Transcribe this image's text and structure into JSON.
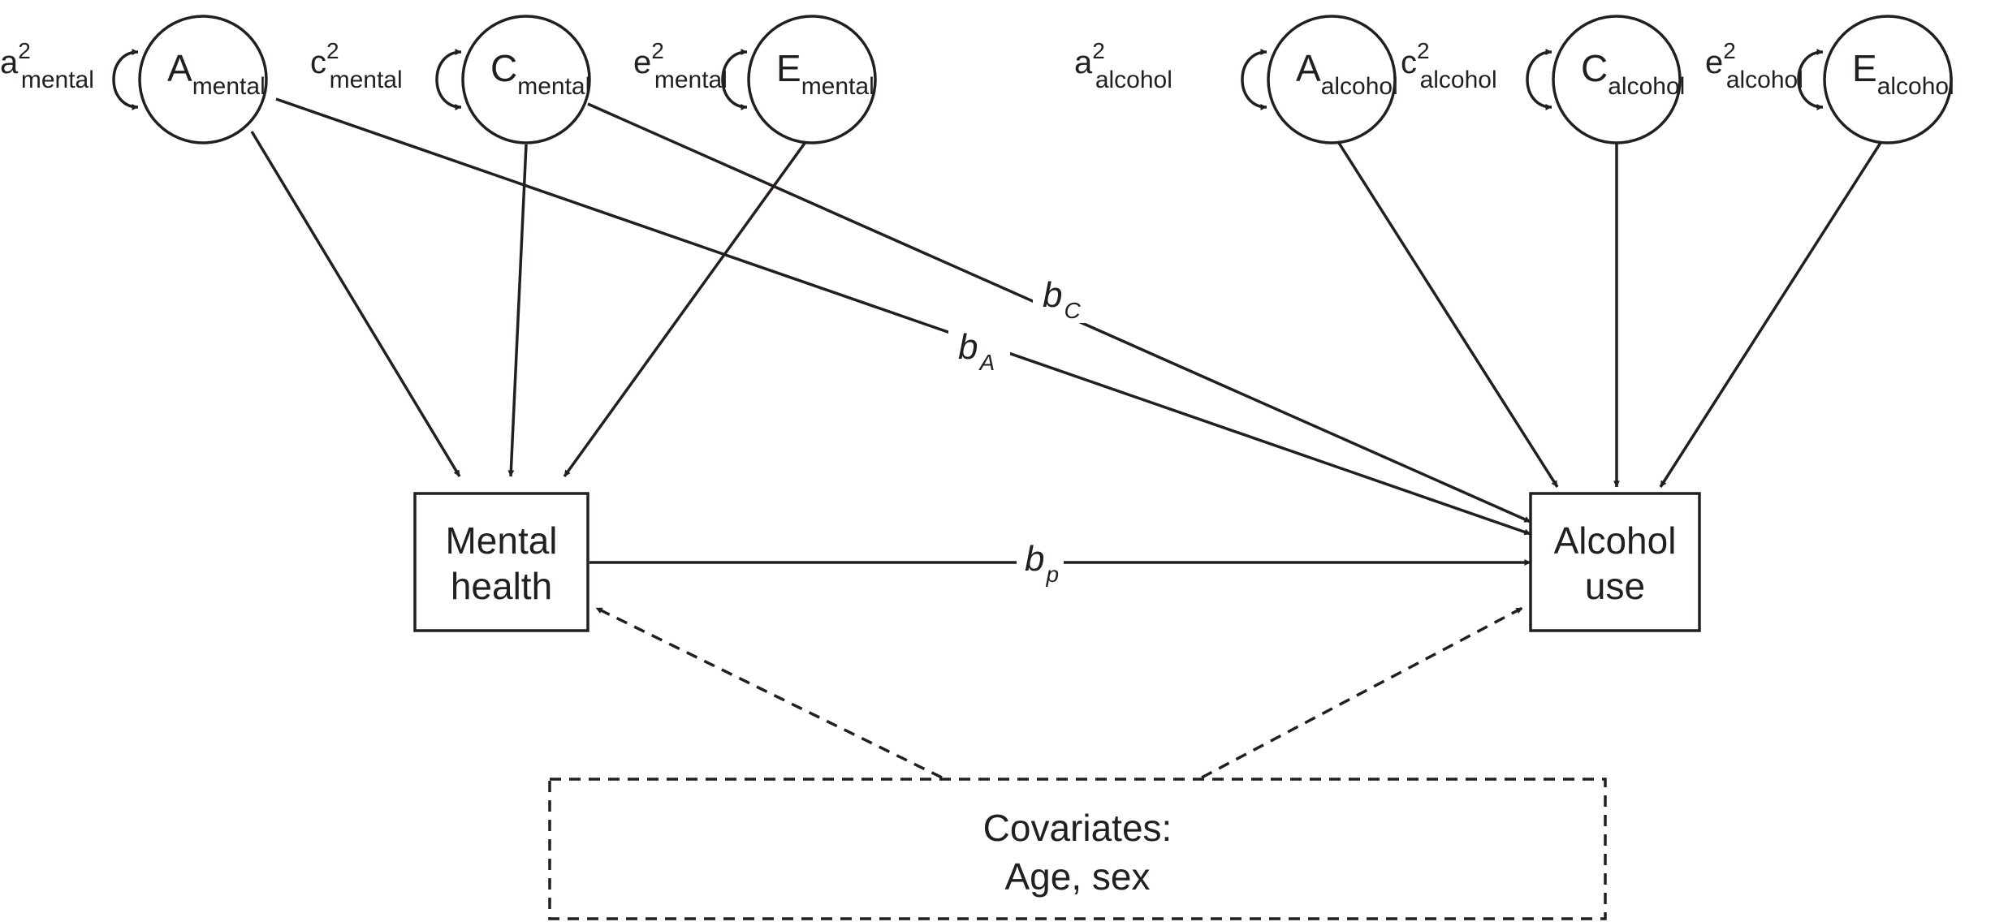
{
  "latent_factors": [
    {
      "id": "A_mental",
      "letter": "A",
      "subscript": "mental",
      "variance": {
        "letter": "a",
        "sup": "2",
        "sub": "mental"
      }
    },
    {
      "id": "C_mental",
      "letter": "C",
      "subscript": "mental",
      "variance": {
        "letter": "c",
        "sup": "2",
        "sub": "mental"
      }
    },
    {
      "id": "E_mental",
      "letter": "E",
      "subscript": "mental",
      "variance": {
        "letter": "e",
        "sup": "2",
        "sub": "mental"
      }
    },
    {
      "id": "A_alcohol",
      "letter": "A",
      "subscript": "alcohol",
      "variance": {
        "letter": "a",
        "sup": "2",
        "sub": "alcohol"
      }
    },
    {
      "id": "C_alcohol",
      "letter": "C",
      "subscript": "alcohol",
      "variance": {
        "letter": "c",
        "sup": "2",
        "sub": "alcohol"
      }
    },
    {
      "id": "E_alcohol",
      "letter": "E",
      "subscript": "alcohol",
      "variance": {
        "letter": "e",
        "sup": "2",
        "sub": "alcohol"
      }
    }
  ],
  "observed": {
    "mental_health": {
      "line1": "Mental",
      "line2": "health"
    },
    "alcohol_use": {
      "line1": "Alcohol",
      "line2": "use"
    }
  },
  "paths": {
    "bA": {
      "letter": "b",
      "sub": "A"
    },
    "bC": {
      "letter": "b",
      "sub": "C"
    },
    "bp": {
      "letter": "b",
      "sub": "p"
    }
  },
  "covariates": {
    "line1": "Covariates:",
    "line2": "Age, sex"
  }
}
